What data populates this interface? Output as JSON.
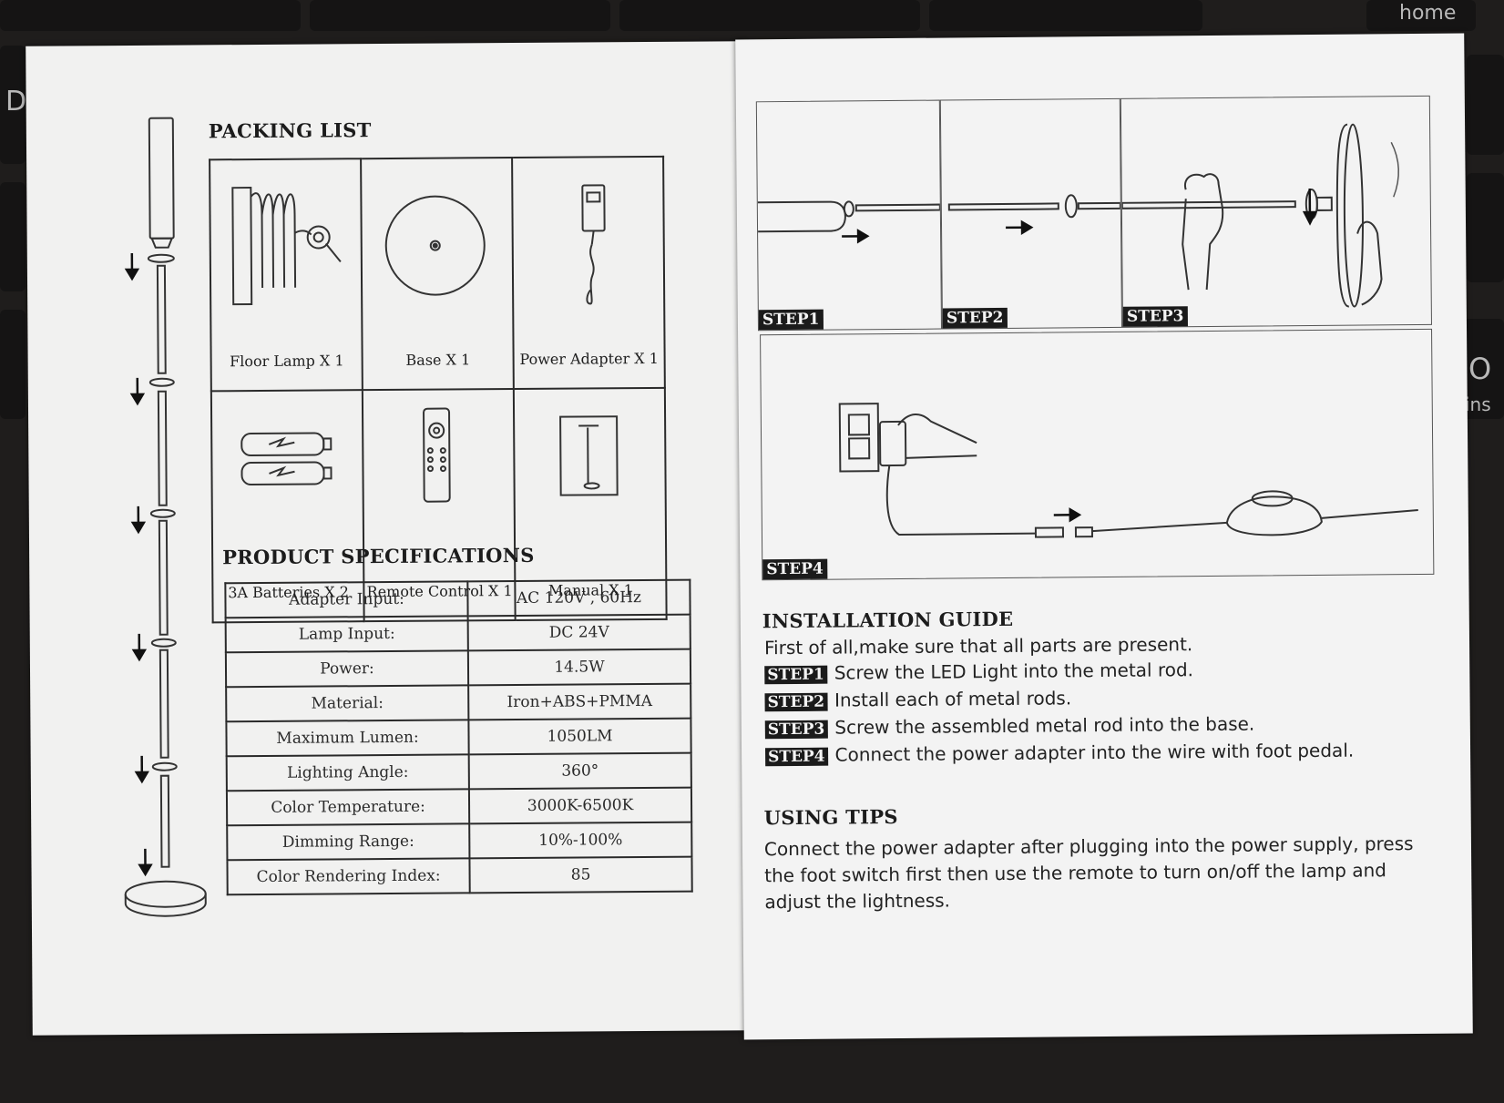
{
  "keyboard": {
    "home_label": "home",
    "key_o": "O",
    "ins_label": "ins",
    "left_letter": "D"
  },
  "packing_list": {
    "title": "PACKING LIST",
    "items": [
      {
        "label": "Floor Lamp X 1"
      },
      {
        "label": "Base X 1"
      },
      {
        "label": "Power Adapter X 1"
      },
      {
        "label": "3A Batteries X 2"
      },
      {
        "label": "Remote Control X 1"
      },
      {
        "label": "Manual X 1"
      }
    ]
  },
  "specifications": {
    "title": "PRODUCT SPECIFICATIONS",
    "rows": [
      {
        "key": "Adapter Input:",
        "value": "AC 120V , 60Hz"
      },
      {
        "key": "Lamp Input:",
        "value": "DC 24V"
      },
      {
        "key": "Power:",
        "value": "14.5W"
      },
      {
        "key": "Material:",
        "value": "Iron+ABS+PMMA"
      },
      {
        "key": "Maximum Lumen:",
        "value": "1050LM"
      },
      {
        "key": "Lighting Angle:",
        "value": "360°"
      },
      {
        "key": "Color Temperature:",
        "value": "3000K-6500K"
      },
      {
        "key": "Dimming Range:",
        "value": "10%-100%"
      },
      {
        "key": "Color Rendering Index:",
        "value": "85"
      }
    ]
  },
  "steps": {
    "step1": "STEP1",
    "step2": "STEP2",
    "step3": "STEP3",
    "step4": "STEP4"
  },
  "installation_guide": {
    "title": "INSTALLATION GUIDE",
    "intro": "First of all,make sure that all parts are present.",
    "lines": [
      {
        "tag": "STEP1",
        "text": "Screw the LED Light into the metal rod."
      },
      {
        "tag": "STEP2",
        "text": "Install each of metal rods."
      },
      {
        "tag": "STEP3",
        "text": "Screw the assembled metal rod into the base."
      },
      {
        "tag": "STEP4",
        "text": "Connect the power adapter into the wire with foot pedal."
      }
    ]
  },
  "using_tips": {
    "title": "USING TIPS",
    "text": "Connect the power adapter after plugging into the power supply, press the foot switch first then use the remote to turn on/off the lamp and adjust the lightness."
  }
}
